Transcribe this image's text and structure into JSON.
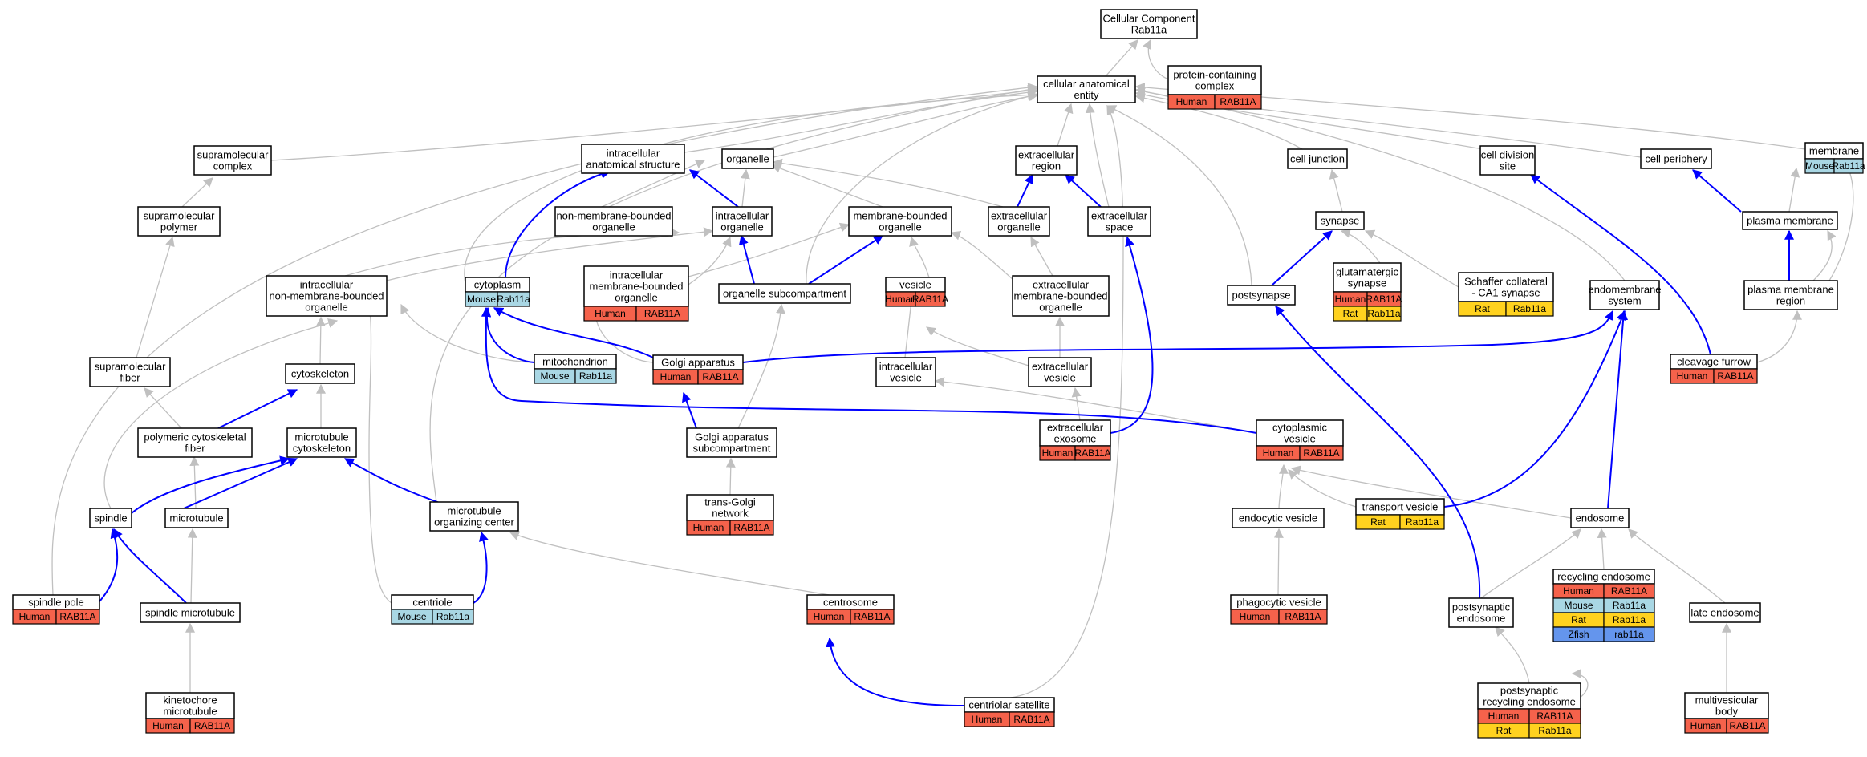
{
  "title": "Cellular Component\nRab11a",
  "colors": {
    "human": "#f5624b",
    "mouse": "#a9d7e4",
    "rat": "#ffd21f",
    "zfish": "#6495ed",
    "edge_isa": "#c0c0c0",
    "edge_partof": "#0000ff",
    "node_border": "#000000"
  },
  "nodes": {
    "root": {
      "label": "Cellular Component\nRab11a",
      "badges": []
    },
    "cae": {
      "label": "cellular anatomical\nentity",
      "badges": []
    },
    "pcc": {
      "label": "protein-containing\ncomplex",
      "badges": [
        [
          "Human",
          "RAB11A"
        ]
      ]
    },
    "supcomplex": {
      "label": "supramolecular\ncomplex",
      "badges": []
    },
    "ias": {
      "label": "intracellular\nanatomical structure",
      "badges": []
    },
    "organelle": {
      "label": "organelle",
      "badges": []
    },
    "ecr": {
      "label": "extracellular\nregion",
      "badges": []
    },
    "celljunction": {
      "label": "cell junction",
      "badges": []
    },
    "celldiv": {
      "label": "cell division\nsite",
      "badges": []
    },
    "cellperiph": {
      "label": "cell periphery",
      "badges": []
    },
    "membrane": {
      "label": "membrane",
      "badges": [
        [
          "Mouse",
          "Rab11a"
        ]
      ]
    },
    "suppoly": {
      "label": "supramolecular\npolymer",
      "badges": []
    },
    "nonmbo": {
      "label": "non-membrane-bounded\norganelle",
      "badges": []
    },
    "intorg": {
      "label": "intracellular\norganelle",
      "badges": []
    },
    "mbo": {
      "label": "membrane-bounded\norganelle",
      "badges": []
    },
    "ecorg": {
      "label": "extracellular\norganelle",
      "badges": []
    },
    "ecspace": {
      "label": "extracellular\nspace",
      "badges": []
    },
    "synapse": {
      "label": "synapse",
      "badges": []
    },
    "pm": {
      "label": "plasma membrane",
      "badges": []
    },
    "inmbo": {
      "label": "intracellular\nnon-membrane-bounded\norganelle",
      "badges": []
    },
    "cytoplasm": {
      "label": "cytoplasm",
      "badges": [
        [
          "Mouse",
          "Rab11a"
        ]
      ]
    },
    "imbo": {
      "label": "intracellular\nmembrane-bounded\norganelle",
      "badges": [
        [
          "Human",
          "RAB11A"
        ]
      ]
    },
    "orgsub": {
      "label": "organelle subcompartment",
      "badges": []
    },
    "vesicle": {
      "label": "vesicle",
      "badges": [
        [
          "Human",
          "RAB11A"
        ]
      ]
    },
    "ecmbo": {
      "label": "extracellular\nmembrane-bounded\norganelle",
      "badges": []
    },
    "postsyn": {
      "label": "postsynapse",
      "badges": []
    },
    "glusyn": {
      "label": "glutamatergic\nsynapse",
      "badges": [
        [
          "Human",
          "RAB11A"
        ],
        [
          "Rat",
          "Rab11a"
        ]
      ]
    },
    "schaffer": {
      "label": "Schaffer collateral\n- CA1 synapse",
      "badges": [
        [
          "Rat",
          "Rab11a"
        ]
      ]
    },
    "endomem": {
      "label": "endomembrane\nsystem",
      "badges": []
    },
    "pmr": {
      "label": "plasma membrane\nregion",
      "badges": []
    },
    "supfiber": {
      "label": "supramolecular\nfiber",
      "badges": []
    },
    "cytoskel": {
      "label": "cytoskeleton",
      "badges": []
    },
    "mito": {
      "label": "mitochondrion",
      "badges": [
        [
          "Mouse",
          "Rab11a"
        ]
      ]
    },
    "golgi": {
      "label": "Golgi apparatus",
      "badges": [
        [
          "Human",
          "RAB11A"
        ]
      ]
    },
    "intves": {
      "label": "intracellular\nvesicle",
      "badges": []
    },
    "ecves": {
      "label": "extracellular\nvesicle",
      "badges": []
    },
    "cleavage": {
      "label": "cleavage furrow",
      "badges": [
        [
          "Human",
          "RAB11A"
        ]
      ]
    },
    "pcf": {
      "label": "polymeric cytoskeletal\nfiber",
      "badges": []
    },
    "mtcyto": {
      "label": "microtubule\ncytoskeleton",
      "badges": []
    },
    "golgisub": {
      "label": "Golgi apparatus\nsubcompartment",
      "badges": []
    },
    "exosome": {
      "label": "extracellular\nexosome",
      "badges": [
        [
          "Human",
          "RAB11A"
        ]
      ]
    },
    "cytoves": {
      "label": "cytoplasmic\nvesicle",
      "badges": [
        [
          "Human",
          "RAB11A"
        ]
      ]
    },
    "spindle": {
      "label": "spindle",
      "badges": []
    },
    "microtubule": {
      "label": "microtubule",
      "badges": []
    },
    "mtoc": {
      "label": "microtubule\norganizing center",
      "badges": []
    },
    "tgn": {
      "label": "trans-Golgi\nnetwork",
      "badges": [
        [
          "Human",
          "RAB11A"
        ]
      ]
    },
    "endocytic": {
      "label": "endocytic vesicle",
      "badges": []
    },
    "transport": {
      "label": "transport vesicle",
      "badges": [
        [
          "Rat",
          "Rab11a"
        ]
      ]
    },
    "endosome": {
      "label": "endosome",
      "badges": []
    },
    "spole": {
      "label": "spindle pole",
      "badges": [
        [
          "Human",
          "RAB11A"
        ]
      ]
    },
    "smt": {
      "label": "spindle microtubule",
      "badges": []
    },
    "centriole": {
      "label": "centriole",
      "badges": [
        [
          "Mouse",
          "Rab11a"
        ]
      ]
    },
    "centrosome": {
      "label": "centrosome",
      "badges": [
        [
          "Human",
          "RAB11A"
        ]
      ]
    },
    "phago": {
      "label": "phagocytic vesicle",
      "badges": [
        [
          "Human",
          "RAB11A"
        ]
      ]
    },
    "pse": {
      "label": "postsynaptic\nendosome",
      "badges": []
    },
    "recycling": {
      "label": "recycling endosome",
      "badges": [
        [
          "Human",
          "RAB11A"
        ],
        [
          "Mouse",
          "Rab11a"
        ],
        [
          "Rat",
          "Rab11a"
        ],
        [
          "Zfish",
          "rab11a"
        ]
      ]
    },
    "late": {
      "label": "late endosome",
      "badges": []
    },
    "kmt": {
      "label": "kinetochore\nmicrotubule",
      "badges": [
        [
          "Human",
          "RAB11A"
        ]
      ]
    },
    "csat": {
      "label": "centriolar satellite",
      "badges": [
        [
          "Human",
          "RAB11A"
        ]
      ]
    },
    "psre": {
      "label": "postsynaptic\nrecycling endosome",
      "badges": [
        [
          "Human",
          "RAB11A"
        ],
        [
          "Rat",
          "Rab11a"
        ]
      ]
    },
    "mvb": {
      "label": "multivesicular\nbody",
      "badges": [
        [
          "Human",
          "RAB11A"
        ]
      ]
    }
  }
}
